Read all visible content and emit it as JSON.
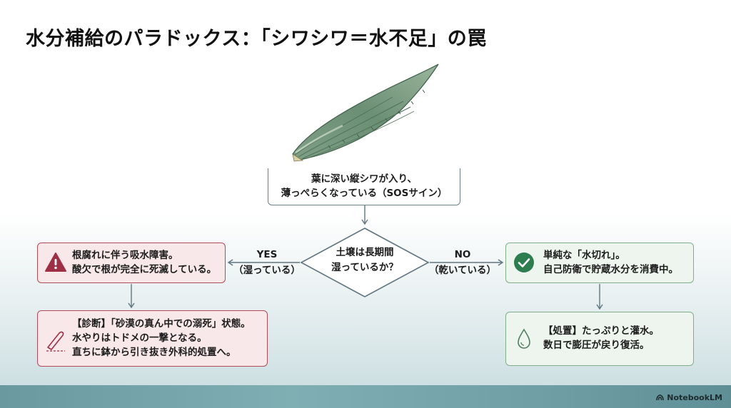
{
  "title": "水分補給のパラドックス：「シワシワ＝水不足」の罠",
  "sos": {
    "line1": "葉に深い縦シワが入り、",
    "line2": "薄っぺらくなっている（SOSサイン）"
  },
  "decision": {
    "line1": "土壌は長期間",
    "line2": "湿っているか？"
  },
  "yes": {
    "label": "YES",
    "sub": "（湿っている）"
  },
  "no": {
    "label": "NO",
    "sub": "（乾いている）"
  },
  "yes_result": {
    "line1": "根腐れに伴う吸水障害。",
    "line2": "酸欠で根が完全に死滅している。"
  },
  "yes_action": {
    "line1": "【診断】「砂漠の真ん中での溺死」状態。",
    "line2": "水やりはトドメの一撃となる。",
    "line3": "直ちに鉢から引き抜き外科的処置へ。"
  },
  "no_result": {
    "line1": "単純な「水切れ」。",
    "line2": "自己防衛で貯蔵水分を消費中。"
  },
  "no_action": {
    "line1": "【処置】たっぷりと灌水。",
    "line2": "数日で膨圧が戻り復活。"
  },
  "brand": "NotebookLM",
  "icons": [
    "aloe-leaf-illustration",
    "warning-icon",
    "scalpel-icon",
    "check-icon",
    "water-drop-icon",
    "notebooklm-logo-icon"
  ],
  "colors": {
    "red_border": "#b24a5a",
    "red_fill": "#f8e8ea",
    "green_border": "#7fae8b",
    "green_fill": "#edf5ee",
    "connector": "#5f7580"
  }
}
